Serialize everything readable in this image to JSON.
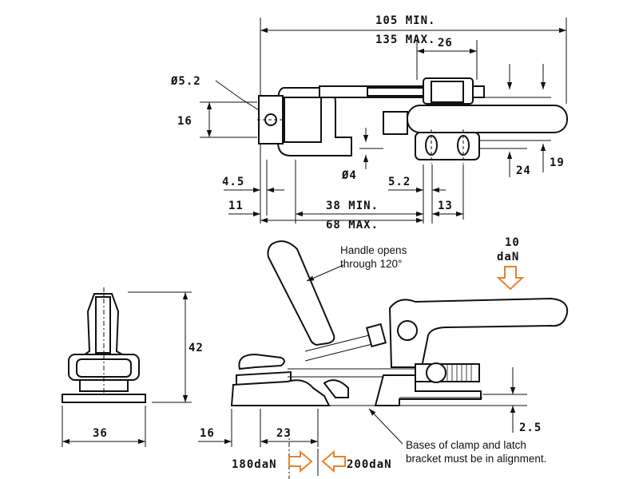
{
  "top_view": {
    "overall_min": "105 MIN.",
    "overall_max": "135 MAX.",
    "width_26": "26",
    "hole_dia": "Ø5.2",
    "height_16": "16",
    "pin_dia": "Ø4",
    "dim_4_5": "4.5",
    "dim_11": "11",
    "dim_5_2": "5.2",
    "dim_13": "13",
    "reach_min": "38 MIN.",
    "reach_max": "68 MAX.",
    "dim_24": "24",
    "dim_19": "19"
  },
  "side_view": {
    "handle_note_line1": "Handle opens",
    "handle_note_line2": "through 120°",
    "force_value": "10",
    "force_unit": "daN",
    "height_42": "42",
    "dim_2_5": "2.5",
    "dim_16": "16",
    "dim_23": "23",
    "base_note_line1": "Bases of clamp and latch",
    "base_note_line2": "bracket must be in alignment.",
    "load_left": "180daN",
    "load_right": "200daN"
  },
  "end_view": {
    "width_36": "36"
  },
  "colors": {
    "line": "#111111",
    "force_arrow": "#e8822b"
  }
}
